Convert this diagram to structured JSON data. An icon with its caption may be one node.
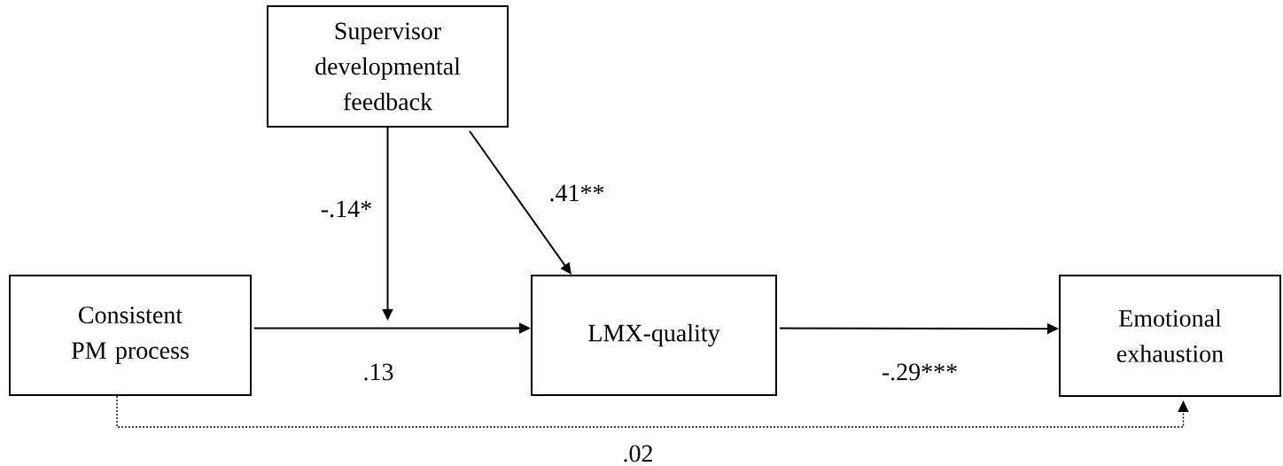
{
  "diagram": {
    "nodes": [
      {
        "text": [
          "Supervisor developmental feedback"
        ]
      },
      {
        "text": [
          "Consistent PM process"
        ]
      },
      {
        "text": [
          "LMX-quality"
        ]
      },
      {
        "text": [
          "Emotional exhaustion"
        ]
      }
    ],
    "edges": [
      {
        "from": 1,
        "to": 2,
        "arrow": "to",
        "label": ".13"
      },
      {
        "from": 0,
        "to": null,
        "arrow": "to",
        "label": "-.14*"
      },
      {
        "from": 0,
        "to": 2,
        "arrow": "to",
        "label": ".41**"
      },
      {
        "from": 2,
        "to": 3,
        "arrow": "to",
        "label": "-.29***"
      },
      {
        "from": 1,
        "to": 3,
        "arrow": "to",
        "label": ".02",
        "style": "dashed"
      }
    ]
  }
}
